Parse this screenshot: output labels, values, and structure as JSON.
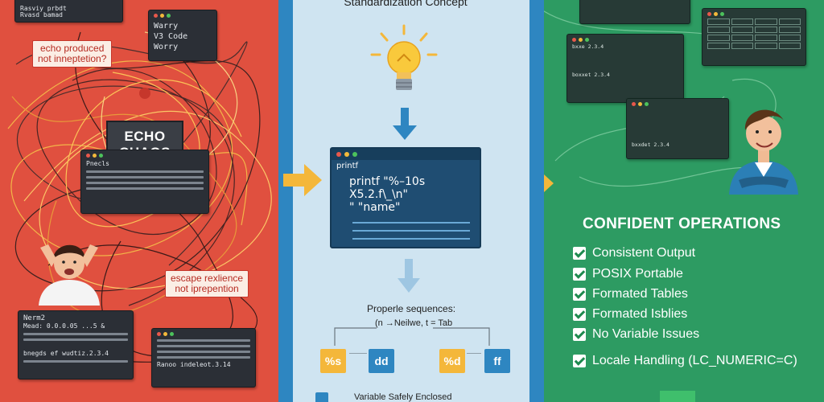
{
  "left": {
    "top_term_lines": [
      "",
      "Rasviy prbdt",
      "Rvasd bamad"
    ],
    "warry_term": {
      "lines": [
        "Warry",
        "V3 Code",
        "Worry"
      ]
    },
    "label_1": "echo produced\nnot inneptetion?",
    "chaos": "ECHO\nCHAOS",
    "chaos_term_title": "Pnecls",
    "label_2": "escape rexlience\nnot iprepention",
    "bottom_term_1": {
      "title": "Nerm2",
      "lines": [
        "Mead: 0.0.0.05 ...5 &",
        "",
        "bnegds ef wudtiz.2.3.4"
      ]
    },
    "bottom_term_2": {
      "lines": [
        "",
        "",
        "Ranoo indeleot.3.14"
      ]
    }
  },
  "middle": {
    "title": "Standardization Concept",
    "printf_small": "printf",
    "printf_code_1": "printf  \"%–10s  X5.2.f\\_\\n\"",
    "printf_code_2": "\" \"name\"",
    "seq_title": "Properle sequences:",
    "seq_sub": "(n →Neilwe, t = Tab",
    "tags": [
      "%s",
      "dd",
      "%d",
      "ff"
    ],
    "safe": "Variable Safely Enclosed"
  },
  "right": {
    "term_top_lines": [
      "",
      "",
      "",
      ""
    ],
    "term_mid_lines": [
      "bxxe  2.3.4",
      "",
      "",
      "",
      "",
      "boxxet  2.3.4"
    ],
    "term_low_lines": [
      "",
      "",
      "",
      "",
      "",
      "",
      "bxxdet 2.3.4"
    ],
    "title": "CONFIDENT OPERATIONS",
    "items": [
      "Consistent Output",
      "POSIX Portable",
      "Formated Tables",
      "Formated Isblies",
      "No Variable Issues",
      "Locale Handling (LC_NUMERIC=C)"
    ]
  },
  "colors": {
    "left_bg": "#e0503f",
    "mid_bg": "#cfe4f1",
    "right_bg": "#2d9b62",
    "divider": "#2e86c1",
    "accent_yellow": "#f4b73a"
  }
}
